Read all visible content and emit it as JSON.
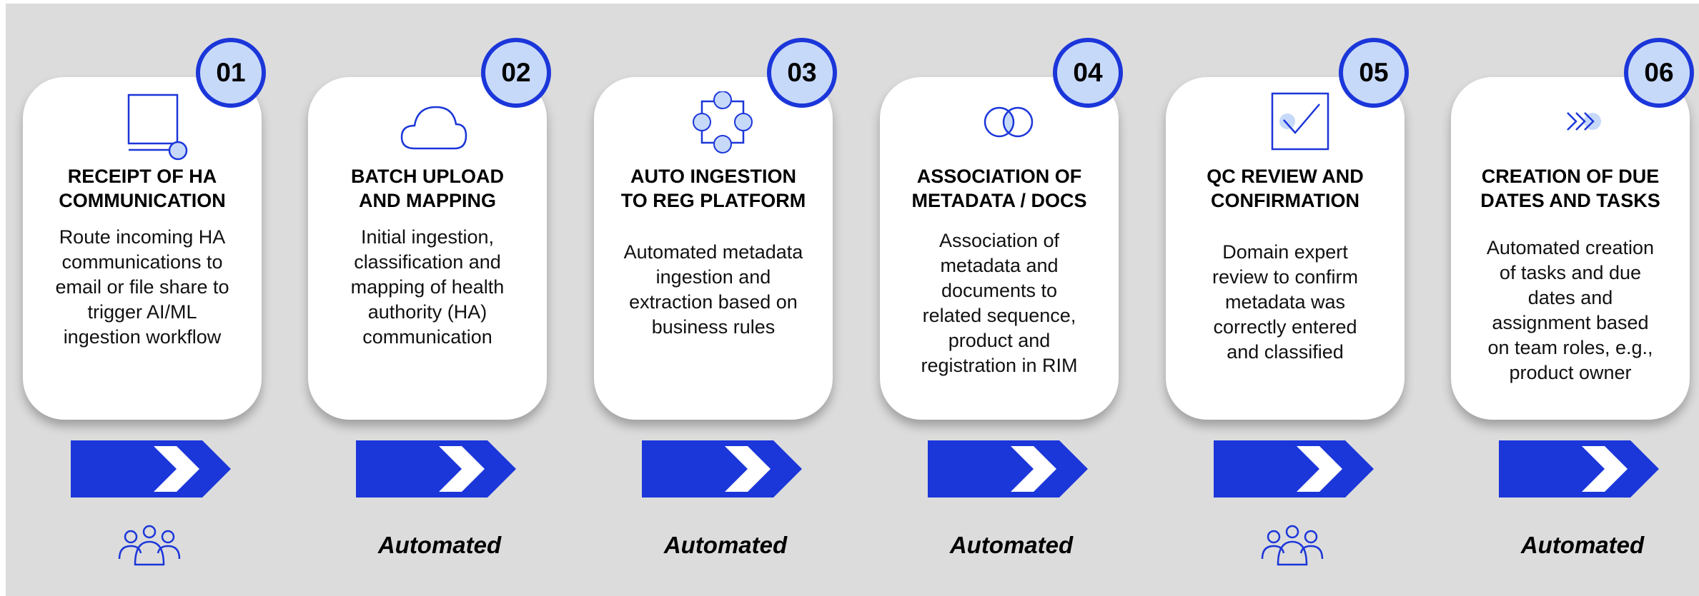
{
  "steps": [
    {
      "number": "01",
      "title_line1": "RECEIPT OF HA",
      "title_line2": "COMMUNICATION",
      "desc_lines": [
        "Route incoming HA",
        "communications to",
        "email or file share to",
        "trigger AI/ML",
        "ingestion workflow"
      ],
      "icon": "screen-icon",
      "mode_icon": "people-icon",
      "mode_text": ""
    },
    {
      "number": "02",
      "title_line1": "BATCH UPLOAD",
      "title_line2": "AND MAPPING",
      "desc_lines": [
        "Initial ingestion,",
        "classification and",
        "mapping of health",
        "authority (HA)",
        "communication"
      ],
      "icon": "cloud-icon",
      "mode_icon": "",
      "mode_text": "Automated"
    },
    {
      "number": "03",
      "title_line1": "AUTO INGESTION",
      "title_line2": "TO REG PLATFORM",
      "desc_lines": [
        "Automated metadata",
        "ingestion and",
        "extraction based on",
        "business rules"
      ],
      "icon": "nodes-icon",
      "mode_icon": "",
      "mode_text": "Automated"
    },
    {
      "number": "04",
      "title_line1": "ASSOCIATION OF",
      "title_line2": "METADATA / DOCS",
      "desc_lines": [
        "Association of",
        "metadata and",
        "documents to",
        "related sequence,",
        "product and",
        "registration in RIM"
      ],
      "icon": "linked-circles-icon",
      "mode_icon": "",
      "mode_text": "Automated"
    },
    {
      "number": "05",
      "title_line1": "QC REVIEW AND",
      "title_line2": "CONFIRMATION",
      "desc_lines": [
        "Domain expert",
        "review to confirm",
        "metadata was",
        "correctly entered",
        "and classified"
      ],
      "icon": "checkbox-icon",
      "mode_icon": "people-icon",
      "mode_text": ""
    },
    {
      "number": "06",
      "title_line1": "CREATION OF DUE",
      "title_line2": "DATES AND TASKS",
      "desc_lines": [
        "Automated creation",
        "of tasks and due",
        "dates and",
        "assignment based",
        "on team roles, e.g.,",
        "product owner"
      ],
      "icon": "chevrons-icon",
      "mode_icon": "",
      "mode_text": "Automated"
    }
  ],
  "colors": {
    "accent": "#1b36d9",
    "badge_fill": "#c7d9f9",
    "icon_stroke": "#1b36d9",
    "icon_fill": "#c7d9f9",
    "background": "#dcdcdc",
    "card": "#ffffff"
  }
}
